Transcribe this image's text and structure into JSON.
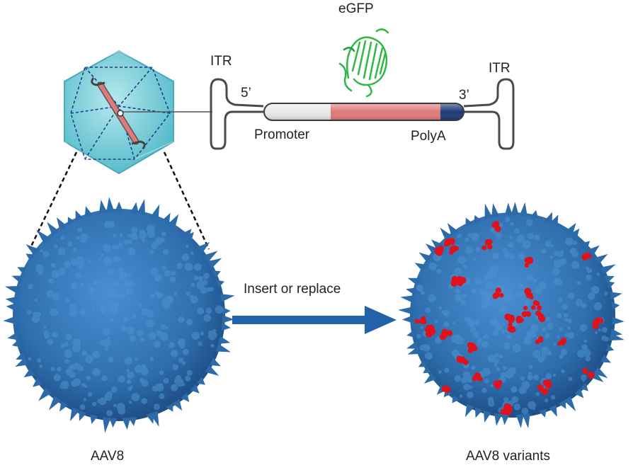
{
  "labels": {
    "egfp": "eGFP",
    "itr_left": "ITR",
    "itr_right": "ITR",
    "five_prime": "5’",
    "three_prime": "3’",
    "promoter": "Promoter",
    "polya": "PolyA",
    "arrow_text": "Insert or replace",
    "aav8": "AAV8",
    "aav8_variants": "AAV8 variants"
  },
  "colors": {
    "capsid_blue": "#2e6fae",
    "icosahedron_fill": "#6cc8d6",
    "promoter": "#e6e6e6",
    "transgene": "#e07a7a",
    "polya": "#1f3a78",
    "arrow": "#2162a8",
    "variant_red": "#e0121b",
    "egfp_green": "#33c24a"
  },
  "icons": {
    "egfp": "protein-ribbon-structure",
    "capsid": "icosahedral-capsid",
    "genome": "vector-genome-inset"
  }
}
